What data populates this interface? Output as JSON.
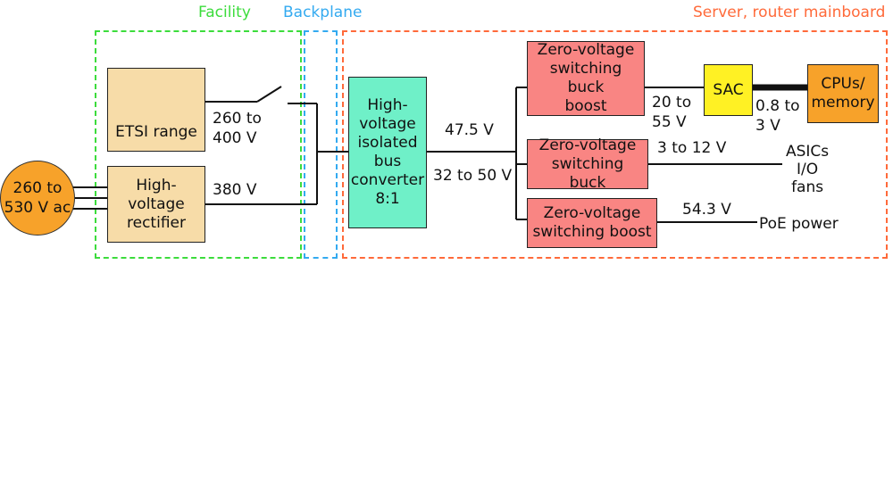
{
  "regions": {
    "facility": {
      "label": "Facility",
      "color": "#3cdc3c"
    },
    "backplane": {
      "label": "Backplane",
      "color": "#33aaf0"
    },
    "server": {
      "label": "Server, router mainboard",
      "color": "#ff6a3a"
    }
  },
  "source": {
    "label": "260 to\n530 V ac"
  },
  "blocks": {
    "etsi": "ETSI range",
    "rectifier": "High-\nvoltage\nrectifier",
    "ibc": "High-\nvoltage\nisolated\nbus\nconverter\n8:1",
    "zv_buck_boost": "Zero-voltage\nswitching buck\nboost",
    "zv_buck": "Zero-voltage\nswitching buck",
    "zv_boost": "Zero-voltage\nswitching boost",
    "sac": "SAC",
    "cpu": "CPUs/\nmemory"
  },
  "wire_labels": {
    "etsi_out": "260 to\n400 V",
    "rect_out": "380 V",
    "bus_a": "47.5 V",
    "bus_b": "32 to 50 V",
    "sac_in": "20 to\n55 V",
    "cpu_in": "0.8 to\n3 V",
    "buck_out": "3 to 12 V",
    "boost_out": "54.3 V"
  },
  "loads": {
    "asic": "ASICs\nI/O\nfans",
    "poe": "PoE power"
  },
  "colors": {
    "beige": "#f7dca8",
    "teal": "#6ff0c8",
    "salmon": "#f98583",
    "yellow": "#fff124",
    "orange": "#f7a22a"
  }
}
